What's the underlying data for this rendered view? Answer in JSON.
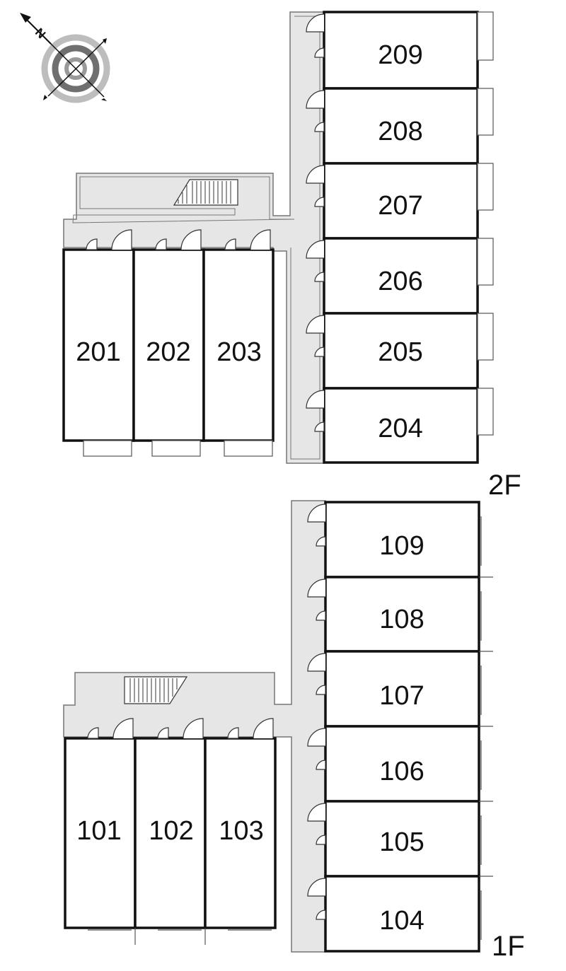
{
  "compass": {
    "north_letter": "N",
    "icon": "compass-rose-icon"
  },
  "floors": {
    "second": {
      "label": "2F",
      "units_left": [
        "201",
        "202",
        "203"
      ],
      "units_right": [
        "209",
        "208",
        "207",
        "206",
        "205",
        "204"
      ]
    },
    "first": {
      "label": "1F",
      "units_left": [
        "101",
        "102",
        "103"
      ],
      "units_right": [
        "109",
        "108",
        "107",
        "106",
        "105",
        "104"
      ]
    }
  },
  "colors": {
    "corridor": "#e6e6e6",
    "wall": "#111111",
    "thin_line": "#777777"
  }
}
